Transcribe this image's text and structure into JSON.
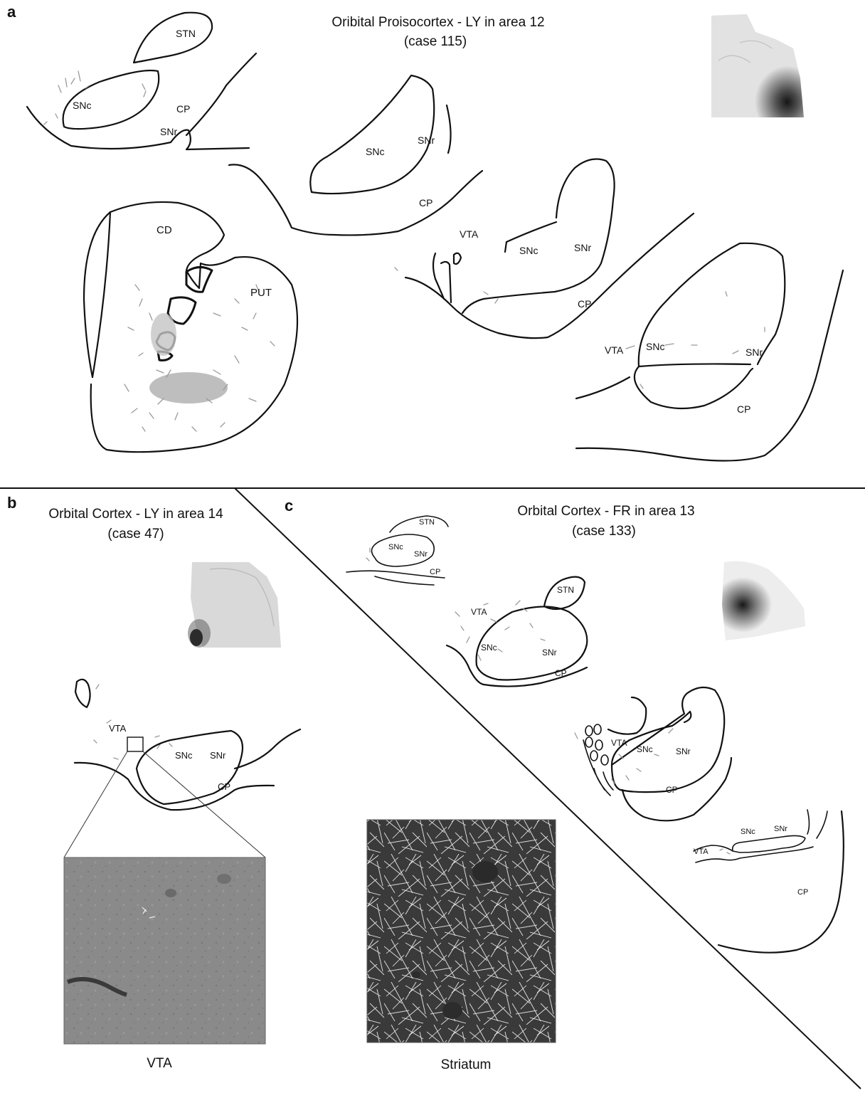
{
  "panels": {
    "a": {
      "letter": "a",
      "title_line1": "Oribital Proisocortex - LY in area 12",
      "title_line2": "(case 115)",
      "labels": {
        "stn": "STN",
        "snc1": "SNc",
        "cp1": "CP",
        "snr1": "SNr",
        "cd": "CD",
        "put": "PUT",
        "snc2": "SNc",
        "snr2": "SNr",
        "cp2": "CP",
        "vta3": "VTA",
        "snc3": "SNc",
        "snr3": "SNr",
        "cp3": "CP",
        "vta4": "VTA",
        "snc4": "SNc",
        "snr4": "SNr",
        "cp4": "CP"
      }
    },
    "b": {
      "letter": "b",
      "title_line1": "Orbital Cortex - LY in area 14",
      "title_line2": "(case 47)",
      "labels": {
        "vta": "VTA",
        "snc": "SNc",
        "snr": "SNr",
        "cp": "CP"
      },
      "photo_caption": "VTA"
    },
    "c": {
      "letter": "c",
      "title_line1": "Orbital Cortex - FR in area 13",
      "title_line2": "(case 133)",
      "labels": {
        "stn1": "STN",
        "snc1": "SNc",
        "snr1": "SNr",
        "cp1": "CP",
        "vta2": "VTA",
        "stn2": "STN",
        "snc2": "SNc",
        "snr2": "SNr",
        "cp2": "CP",
        "vta3": "VTA",
        "snc3": "SNc",
        "snr3": "SNr",
        "cp3": "CP",
        "vta4": "VTA",
        "snc4": "SNc",
        "snr4": "SNr",
        "cp4": "CP"
      },
      "photo_caption": "Striatum"
    }
  }
}
